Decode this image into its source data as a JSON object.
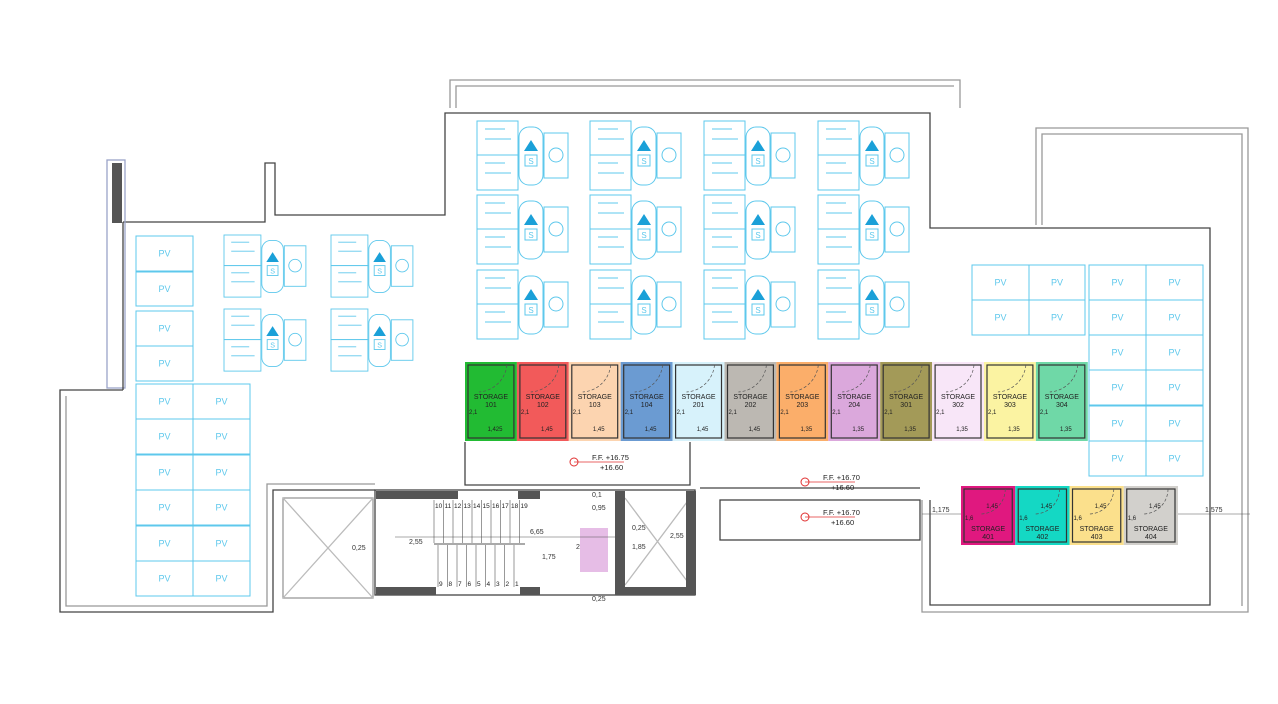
{
  "pv_label": "PV",
  "parking_symbol": "S",
  "storage_word": "STORAGE",
  "storage_row": [
    {
      "num": "101",
      "color": "#22bb33",
      "w": "1,425",
      "h": "2,1"
    },
    {
      "num": "102",
      "color": "#f25a5a",
      "w": "1,45",
      "h": "2,1"
    },
    {
      "num": "103",
      "color": "#fcd4b0",
      "w": "1,45",
      "h": "2,1"
    },
    {
      "num": "104",
      "color": "#6b9bd2",
      "w": "1,45",
      "h": "2,1"
    },
    {
      "num": "201",
      "color": "#d7f2fb",
      "w": "1,45",
      "h": "2,1"
    },
    {
      "num": "202",
      "color": "#bcb8b2",
      "w": "1,45",
      "h": "2,1"
    },
    {
      "num": "203",
      "color": "#fbae6a",
      "w": "1,35",
      "h": "2,1"
    },
    {
      "num": "204",
      "color": "#dba8dc",
      "w": "1,35",
      "h": "2,1"
    },
    {
      "num": "301",
      "color": "#a39a58",
      "w": "1,35",
      "h": "2,1"
    },
    {
      "num": "302",
      "color": "#f8e6f8",
      "w": "1,35",
      "h": "2,1"
    },
    {
      "num": "303",
      "color": "#fbf3a2",
      "w": "1,35",
      "h": "2,1"
    },
    {
      "num": "304",
      "color": "#6fd8a7",
      "w": "1,35",
      "h": "2,1"
    }
  ],
  "storage_lower": [
    {
      "num": "401",
      "color": "#e0187f",
      "w": "1,45",
      "h": "1,6"
    },
    {
      "num": "402",
      "color": "#14d8c4",
      "w": "1,45",
      "h": "1,6"
    },
    {
      "num": "403",
      "color": "#fbe08c",
      "w": "1,45",
      "h": "1,6"
    },
    {
      "num": "404",
      "color": "#d2d0cc",
      "w": "1,45",
      "h": "1,6"
    }
  ],
  "levels": [
    {
      "ff": "F.F. +16.75",
      "sl": "+16.60"
    },
    {
      "ff": "F.F. +16.70",
      "sl": "+16.60"
    },
    {
      "ff": "F.F. +16.70",
      "sl": "+16.60"
    }
  ],
  "dimensions": [
    "1,175",
    "1,575",
    "0,25",
    "2,55",
    "6,65",
    "1,75",
    "0,1",
    "0,95",
    "0,25",
    "1,85",
    "2,55",
    "0,25",
    "2"
  ],
  "stair_upper": [
    "10",
    "11",
    "12",
    "13",
    "14",
    "15",
    "16",
    "17",
    "18",
    "19"
  ],
  "stair_lower": [
    "9",
    "8",
    "7",
    "6",
    "5",
    "4",
    "3",
    "2",
    "1"
  ],
  "colors": {
    "pv": "#5ec8ec",
    "wall": "#555555",
    "level": "#e03030"
  }
}
